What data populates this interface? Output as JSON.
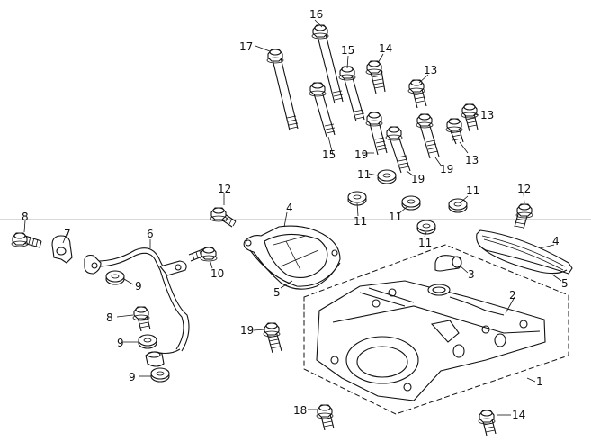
{
  "diagram": {
    "type": "exploded-parts-diagram",
    "subject": "cylinder head cover assembly",
    "callouts": [
      {
        "id": "c16",
        "text": "16"
      },
      {
        "id": "c17",
        "text": "17"
      },
      {
        "id": "c15a",
        "text": "15"
      },
      {
        "id": "c14a",
        "text": "14"
      },
      {
        "id": "c13a",
        "text": "13"
      },
      {
        "id": "c13b",
        "text": "13"
      },
      {
        "id": "c13c",
        "text": "13"
      },
      {
        "id": "c15b",
        "text": "15"
      },
      {
        "id": "c19a",
        "text": "19"
      },
      {
        "id": "c19b",
        "text": "19"
      },
      {
        "id": "c19c",
        "text": "19"
      },
      {
        "id": "c11a",
        "text": "11"
      },
      {
        "id": "c11b",
        "text": "11"
      },
      {
        "id": "c11c",
        "text": "11"
      },
      {
        "id": "c11d",
        "text": "11"
      },
      {
        "id": "c11e",
        "text": "11"
      },
      {
        "id": "c12a",
        "text": "12"
      },
      {
        "id": "c12b",
        "text": "12"
      },
      {
        "id": "c4a",
        "text": "4"
      },
      {
        "id": "c4b",
        "text": "4"
      },
      {
        "id": "c5a",
        "text": "5"
      },
      {
        "id": "c5b",
        "text": "5"
      },
      {
        "id": "c8a",
        "text": "8"
      },
      {
        "id": "c8b",
        "text": "8"
      },
      {
        "id": "c7",
        "text": "7"
      },
      {
        "id": "c6",
        "text": "6"
      },
      {
        "id": "c10",
        "text": "10"
      },
      {
        "id": "c9a",
        "text": "9"
      },
      {
        "id": "c9b",
        "text": "9"
      },
      {
        "id": "c9c",
        "text": "9"
      },
      {
        "id": "c3",
        "text": "3"
      },
      {
        "id": "c2",
        "text": "2"
      },
      {
        "id": "c1",
        "text": "1"
      },
      {
        "id": "c19d",
        "text": "19"
      },
      {
        "id": "c18",
        "text": "18"
      },
      {
        "id": "c14b",
        "text": "14"
      }
    ]
  }
}
